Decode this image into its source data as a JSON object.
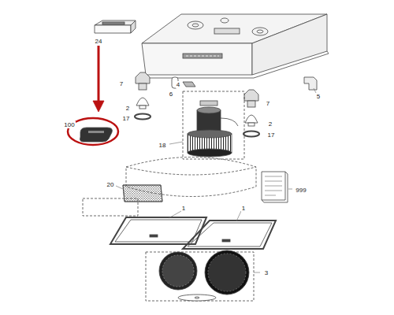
{
  "diagram": {
    "labels": [
      "24",
      "4",
      "5",
      "7",
      "6",
      "7",
      "2",
      "17",
      "18",
      "2",
      "17",
      "100",
      "20",
      "999",
      "1",
      "1",
      "3"
    ]
  }
}
